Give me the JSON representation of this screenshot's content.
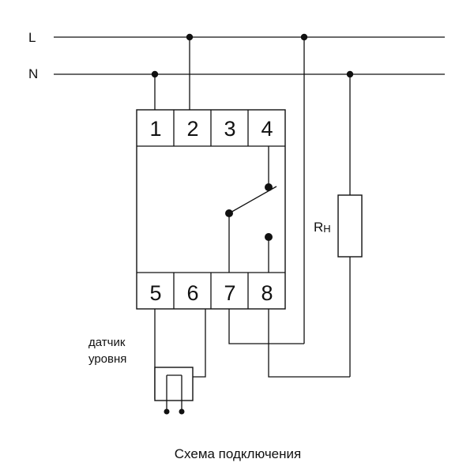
{
  "lines": {
    "L": "L",
    "N": "N"
  },
  "terminals": {
    "top": [
      "1",
      "2",
      "3",
      "4"
    ],
    "bottom": [
      "5",
      "6",
      "7",
      "8"
    ]
  },
  "load_label": {
    "main": "R",
    "sub": "Н"
  },
  "sensor_label": {
    "line1": "датчик",
    "line2": "уровня"
  },
  "caption": "Схема подключения",
  "colors": {
    "ink": "#111111",
    "background": "#ffffff"
  }
}
